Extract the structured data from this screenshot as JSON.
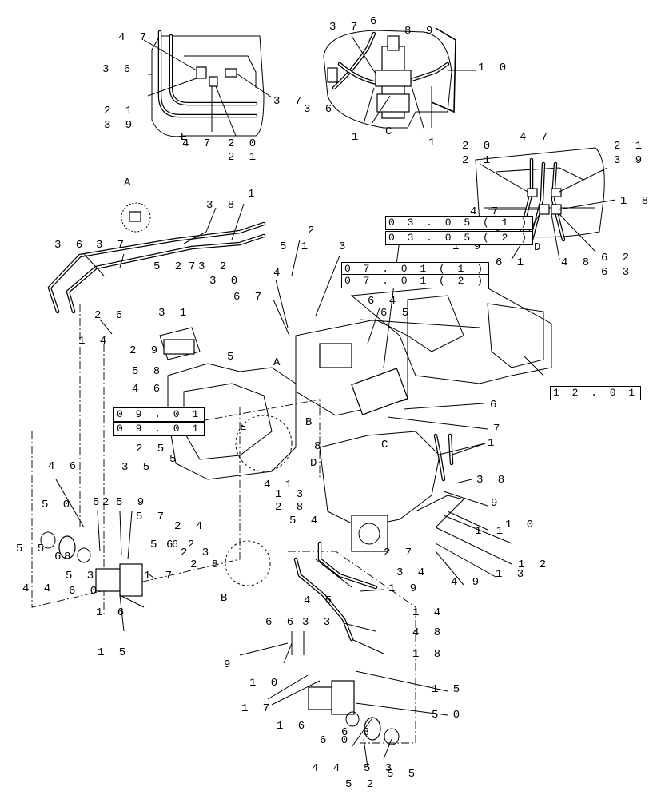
{
  "labels": {
    "l_47_tl": "4 7",
    "l_36_tl": "3 6",
    "l_37_tl": "3 7",
    "l_21_tl": "2 1",
    "l_39_tl": "3 9",
    "l_E_tl": "E",
    "l_47b_tl": "4 7",
    "l_20_tl": "2 0",
    "l_21b_tl": "2 1",
    "l_37_tc": "3 7",
    "l_6_tc": "6",
    "l_8_tc": "8",
    "l_9_tc": "9",
    "l_10_tc": "1 0",
    "l_36_tc": "3 6",
    "l_1a_tc": "1",
    "l_C_tc": "C",
    "l_1b_tc": "1",
    "l_20_r": "2 0",
    "l_21_r": "2 1",
    "l_47_r": "4 7",
    "l_21b_r": "2 1",
    "l_39_r": "3 9",
    "l_47b_r": "4 7",
    "l_18_r": "1 8",
    "l_19_r": "1 9",
    "l_61_r": "6 1",
    "l_D_r": "D",
    "l_48_r": "4 8",
    "l_62_r": "6 2",
    "l_63_r": "6 3",
    "l_A_m": "A",
    "l_38_m": "3 8",
    "l_1_m": "1",
    "l_2_m": "2",
    "l_36_m": "3 6",
    "l_37_m": "3 7",
    "l_51_m": "5 1",
    "l_3_m": "3",
    "l_4_m": "4",
    "l_52_m": "5 2",
    "l_7_m": "7",
    "l_32_m": "3 2",
    "l_30_m": "3 0",
    "l_67_m": "6 7",
    "l_64_m": "6 4",
    "l_65_m": "6 5",
    "l_26_m": "2 6",
    "l_31_m": "3 1",
    "l_14_m": "1 4",
    "l_29_m": "2 9",
    "l_5_m": "5",
    "l_A2_m": "A",
    "l_58_m": "5 8",
    "l_46_m": "4 6",
    "l_6_m": "6",
    "l_7b_m": "7",
    "l_E_m": "E",
    "l_B_m": "B",
    "l_8_m": "8",
    "l_C_m": "C",
    "l_1b_m": "1",
    "l_D_m": "D",
    "l_38b_m": "3 8",
    "l_25_m": "2 5",
    "l_5b_m": "5",
    "l_35_m": "3 5",
    "l_41_m": "4 1",
    "l_13_m": "1 3",
    "l_28_m": "2 8",
    "l_54_m": "5 4",
    "l_9_m": "9",
    "l_10_m": "1 0",
    "l_11_m": "1 1",
    "l_12_m": "1 2",
    "l_13b_m": "1 3",
    "l_49_m": "4 9",
    "l_46_l": "4 6",
    "l_50_l": "5 0",
    "l_5_l": "5",
    "l_2_l": "2",
    "l_59_l": "5 9",
    "l_57_l": "5 7",
    "l_55_l": "5 5",
    "l_6_l": "6",
    "l_8_l": "8",
    "l_56_l": "5 6",
    "l_44_l": "4 4",
    "l_53_l": "5 3",
    "l_60_l": "6 0",
    "l_17_l": "1 7",
    "l_16_l": "1 6",
    "l_15_l": "1 5",
    "l_24_l": "2 4",
    "l_62_l": "6 2",
    "l_23_l": "2 3",
    "l_28_l": "2 8",
    "l_B_l": "B",
    "l_27_b": "2 7",
    "l_34_b": "3 4",
    "l_45_b": "4 5",
    "l_19_b": "1 9",
    "l_14_b": "1 4",
    "l_66_b": "6 6",
    "l_33_b": "3 3",
    "l_48_b": "4 8",
    "l_9_b": "9",
    "l_18_b": "1 8",
    "l_10_b": "1 0",
    "l_15_b": "1 5",
    "l_17_b": "1 7",
    "l_50_b": "5 0",
    "l_16_b": "1 6",
    "l_60_b": "6 0",
    "l_68_b": "6 8",
    "l_44_b": "4 4",
    "l_53_b": "5 3",
    "l_55_b": "5 5",
    "l_52_b": "5 2"
  },
  "refs": {
    "ref_03_05_1": "0 3 . 0 5 ( 1 )",
    "ref_03_05_2": "0 3 . 0 5 ( 2 )",
    "ref_07_01_1": "0 7 . 0 1 ( 1 )",
    "ref_07_01_2": "0 7 . 0 1 ( 2 )",
    "ref_12_01": "1 2 . 0 1",
    "ref_09_01_a": "0 9 . 0 1",
    "ref_09_01_b": "0 9 . 0 1"
  }
}
